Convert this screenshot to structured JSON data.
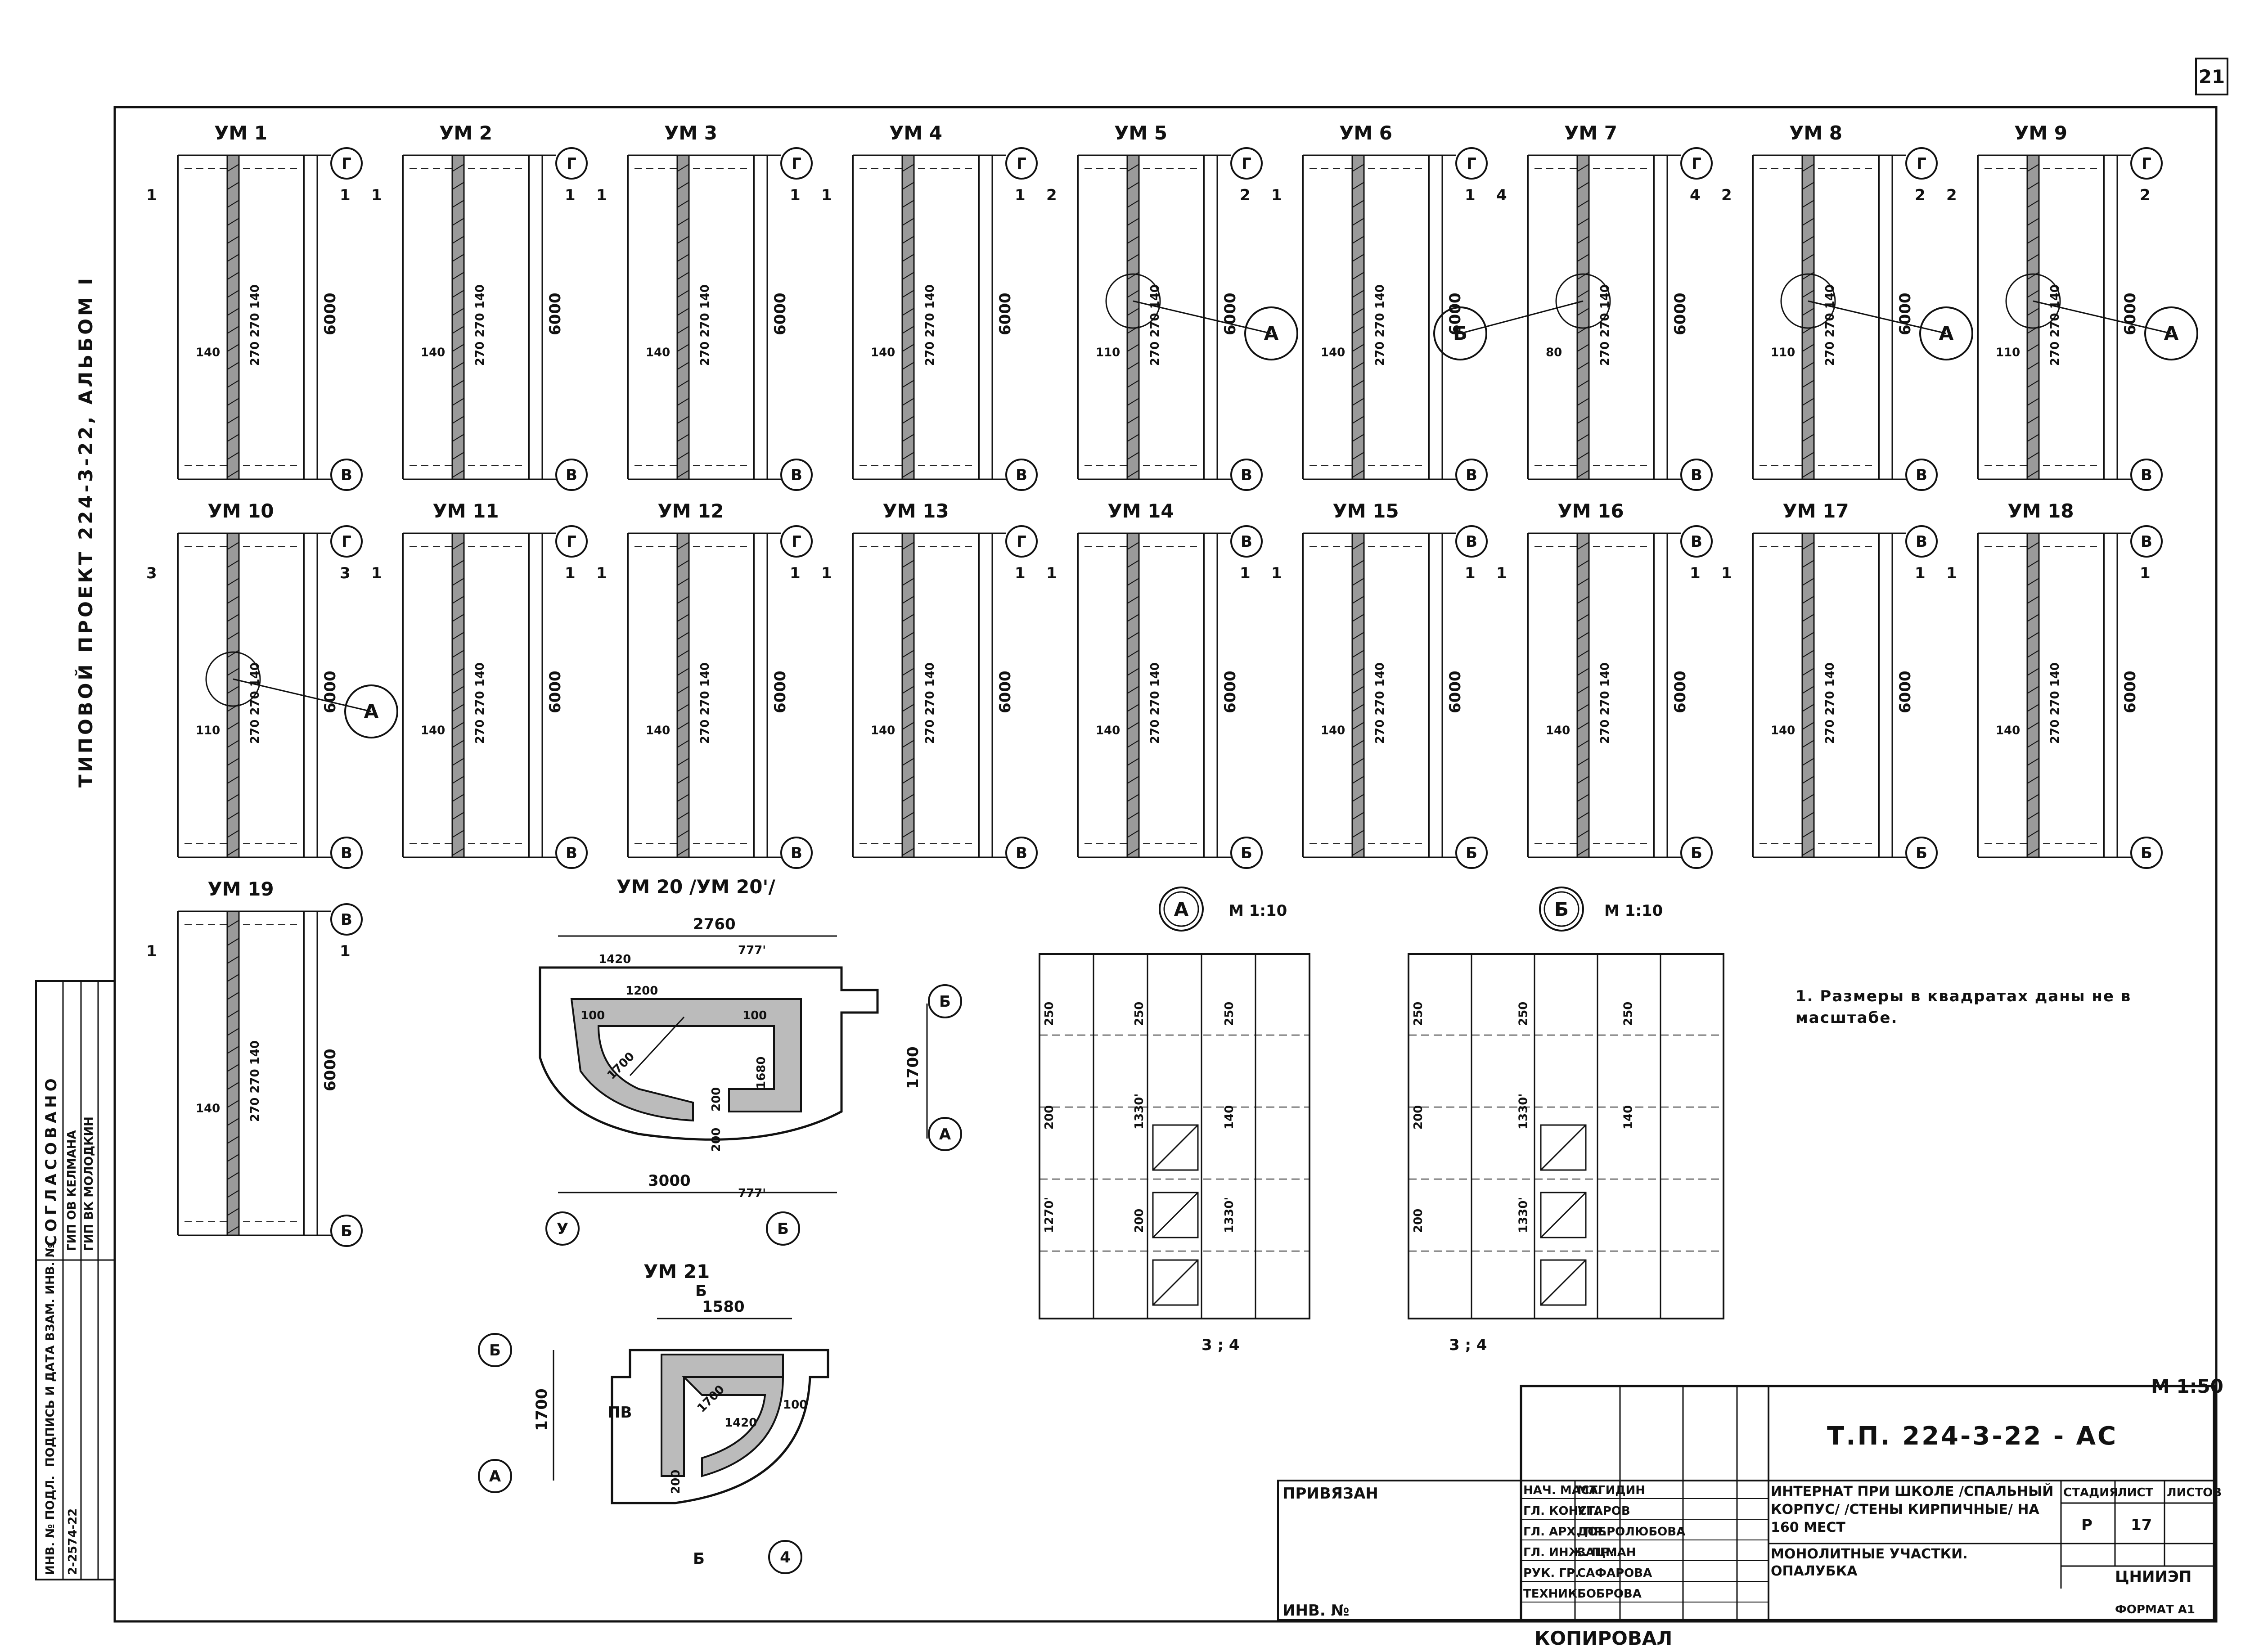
{
  "sheet_number": "21",
  "side_title": {
    "text": "ТИПОВОЙ ПРОЕКТ 224-3-22, АЛЬБОМ I"
  },
  "panels_row1": [
    {
      "title": "УМ 1",
      "axis_top": "Г",
      "axis_bottom": "В",
      "height": "6000",
      "top_wall": "140",
      "sec": "1"
    },
    {
      "title": "УМ 2",
      "axis_top": "Г",
      "axis_bottom": "В",
      "height": "6000",
      "top_wall": "140",
      "sec": "1"
    },
    {
      "title": "УМ 3",
      "axis_top": "Г",
      "axis_bottom": "В",
      "height": "6000",
      "top_wall": "140",
      "sec": "1"
    },
    {
      "title": "УМ 4",
      "axis_top": "Г",
      "axis_bottom": "В",
      "height": "6000",
      "top_wall": "140",
      "sec": "1"
    },
    {
      "title": "УМ 5",
      "axis_top": "Г",
      "axis_bottom": "В",
      "height": "6000",
      "top_wall": "110",
      "sec": "2",
      "callout": "А"
    },
    {
      "title": "УМ 6",
      "axis_top": "Г",
      "axis_bottom": "В",
      "height": "6000",
      "top_wall": "140",
      "sec": "1"
    },
    {
      "title": "УМ 7",
      "axis_top": "Г",
      "axis_bottom": "В",
      "height": "6000",
      "top_wall": "80",
      "sec": "4",
      "callout": "Б"
    },
    {
      "title": "УМ 8",
      "axis_top": "Г",
      "axis_bottom": "В",
      "height": "6000",
      "top_wall": "110",
      "sec": "2",
      "callout": "А"
    },
    {
      "title": "УМ 9",
      "axis_top": "Г",
      "axis_bottom": "В",
      "height": "6000",
      "top_wall": "110",
      "sec": "2",
      "callout": "А"
    }
  ],
  "panels_row2": [
    {
      "title": "УМ 10",
      "axis_top": "Г",
      "axis_bottom": "В",
      "height": "6000",
      "top_wall": "110",
      "sec": "3",
      "callout": "А"
    },
    {
      "title": "УМ 11",
      "axis_top": "Г",
      "axis_bottom": "В",
      "height": "6000",
      "top_wall": "140",
      "sec": "1"
    },
    {
      "title": "УМ 12",
      "axis_top": "Г",
      "axis_bottom": "В",
      "height": "6000",
      "top_wall": "140",
      "sec": "1"
    },
    {
      "title": "УМ 13",
      "axis_top": "Г",
      "axis_bottom": "В",
      "height": "6000",
      "top_wall": "140",
      "sec": "1"
    },
    {
      "title": "УМ 14",
      "axis_top": "В",
      "axis_bottom": "Б",
      "height": "6000",
      "top_wall": "140",
      "sec": "1"
    },
    {
      "title": "УМ 15",
      "axis_top": "В",
      "axis_bottom": "Б",
      "height": "6000",
      "top_wall": "140",
      "sec": "1"
    },
    {
      "title": "УМ 16",
      "axis_top": "В",
      "axis_bottom": "Б",
      "height": "6000",
      "top_wall": "140",
      "sec": "1"
    },
    {
      "title": "УМ 17",
      "axis_top": "В",
      "axis_bottom": "Б",
      "height": "6000",
      "top_wall": "140",
      "sec": "1"
    },
    {
      "title": "УМ 18",
      "axis_top": "В",
      "axis_bottom": "Б",
      "height": "6000",
      "top_wall": "140",
      "sec": "1"
    }
  ],
  "panel_19": {
    "title": "УМ 19",
    "axis_top": "В",
    "axis_bottom": "Б",
    "height": "6000",
    "top_wall": "140",
    "sec": "1"
  },
  "um20": {
    "title": "УМ 20 /УМ 20'/",
    "dims": {
      "top": "2760",
      "inner": "1420",
      "inner2": "1200",
      "right_top": "777'",
      "bottom": "3000",
      "bottom_r": "777'",
      "height": "1700",
      "h_inner": "1680",
      "r": "1700",
      "a": "100",
      "b": "100",
      "c": "200",
      "d": "200"
    },
    "axes": {
      "right_top": "Б",
      "right_bottom": "А",
      "left_bottom": "У",
      "mid_bottom": "Б"
    }
  },
  "um21": {
    "title": "УМ 21",
    "dims": {
      "top": "1580",
      "height": "1700",
      "r": "1700",
      "r2": "1420",
      "a": "100",
      "b": "200",
      "mark": "ПВ",
      "sec": "Б"
    },
    "axes": {
      "left_top": "Б",
      "left_bottom": "А",
      "bottom": "4"
    }
  },
  "detail_a": {
    "label": "А",
    "scale": "М 1:10",
    "dims": [
      "250",
      "250",
      "250",
      "200",
      "1330'",
      "140",
      "1270'",
      "200",
      "1330'"
    ],
    "bottom": "3 ; 4"
  },
  "detail_b": {
    "label": "Б",
    "scale": "М 1:10",
    "dims": [
      "250",
      "250",
      "250",
      "200",
      "1330'",
      "140",
      "200",
      "1330'"
    ],
    "bottom": "3 ; 4"
  },
  "note": "1. Размеры в квадратах даны не в масштабе.",
  "scale_main": "М 1:50",
  "approval": {
    "header": "СОГЛАСОВАНО",
    "rows": [
      "ГИП ОВ КЕЛМАНА",
      "ГИП ВК МОЛОДКИН"
    ],
    "inv_columns": [
      "ИНВ. № ПОДЛ.",
      "ПОДПИСЬ И ДАТА",
      "ВЗАМ. ИНВ. №"
    ],
    "inv_value": "2-2574-22"
  },
  "title_block": {
    "code": "Т.П. 224-3-22 - АС",
    "binding": "ПРИВЯЗАН",
    "inv": "ИНВ. №",
    "roles": [
      {
        "role": "НАЧ. МАСТ.",
        "name": "МАГИДИН"
      },
      {
        "role": "ГЛ. КОНСТ.",
        "name": "УГАРОВ"
      },
      {
        "role": "ГЛ. АРХ. ПР.",
        "name": "ДОБРОЛЮБОВА"
      },
      {
        "role": "ГЛ. ИНЖ. ПР.",
        "name": "ЗАЦМАН"
      },
      {
        "role": "РУК. ГР.",
        "name": "САФАРОВА"
      },
      {
        "role": "ТЕХНИК",
        "name": "БОБРОВА"
      }
    ],
    "project": "ИНТЕРНАТ ПРИ ШКОЛЕ /СПАЛЬНЫЙ КОРПУС/ /СТЕНЫ КИРПИЧНЫЕ/ НА 160 МЕСТ",
    "sheet_title": "МОНОЛИТНЫЕ УЧАСТКИ. ОПАЛУБКА",
    "stage_label": "СТАДИЯ",
    "sheet_label": "ЛИСТ",
    "sheets_label": "ЛИСТОВ",
    "stage": "Р",
    "sheet": "17",
    "org": "ЦНИИЭП",
    "format": "ФОРМАТ А1",
    "copied": "КОПИРОВАЛ"
  }
}
